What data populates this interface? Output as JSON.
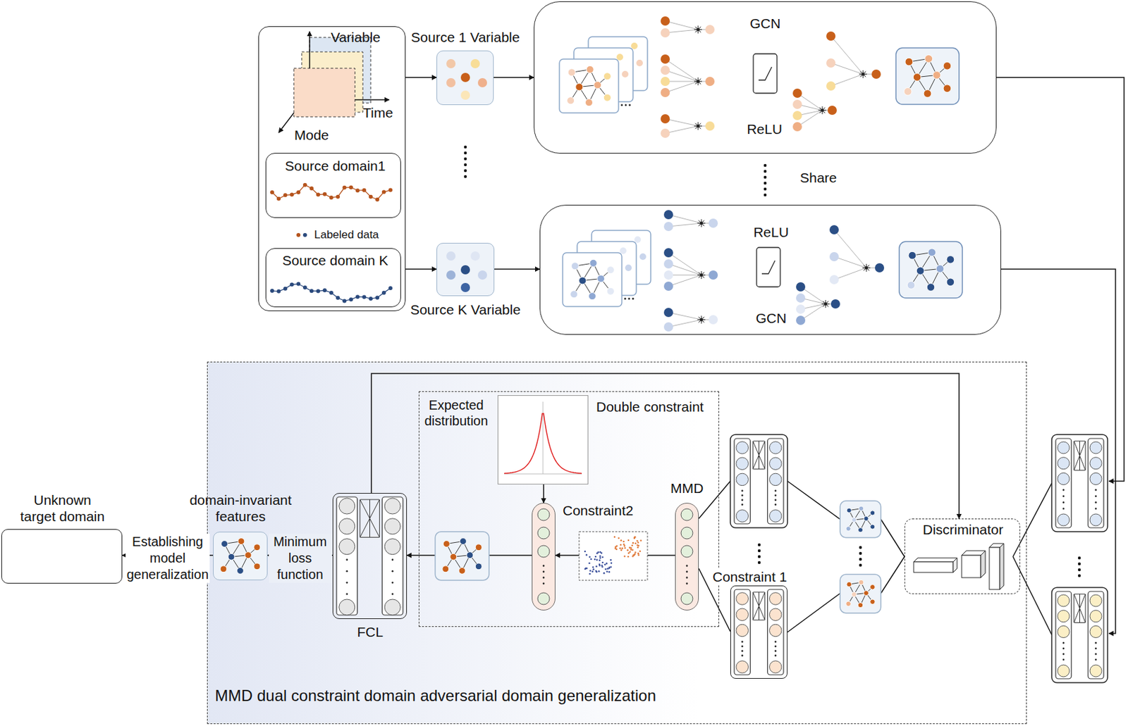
{
  "diagram": {
    "nodes": [
      {
        "text": [
          "Variable",
          "Time",
          "Mode"
        ]
      },
      {
        "text": [
          "Source domain1"
        ],
        "in": 0
      },
      {
        "text": [
          "Source domain K"
        ],
        "in": 0
      },
      {
        "text": [
          "Source 1 Variable"
        ]
      },
      {
        "text": [
          "Source K Variable"
        ]
      },
      {
        "text": [
          "GCN",
          "ReLU"
        ]
      },
      {
        "text": [
          "ReLU",
          "GCN"
        ]
      },
      {
        "text": [
          "MMD dual constraint domain adversarial domain generalization"
        ]
      },
      {
        "text": [
          "Double constraint"
        ],
        "in": 7
      },
      {
        "text": [
          "Expected distribution"
        ],
        "in": 8
      },
      {
        "text": [
          "Constraint2"
        ],
        "in": 8
      },
      {
        "text": [
          "MMD"
        ],
        "in": 8
      },
      {
        "text": [
          "FCL"
        ],
        "in": 7
      },
      {
        "text": [
          "domain-invariant features"
        ],
        "in": 7
      },
      {
        "text": [
          "Unknown target domain"
        ]
      },
      {
        "text": [
          "Constraint 1"
        ],
        "in": 7
      },
      {
        "text": [
          "Discriminator"
        ],
        "in": 7
      }
    ],
    "edges": [
      {
        "from": 0,
        "to": 3,
        "arrow": "to"
      },
      {
        "from": 0,
        "to": 4,
        "arrow": "to"
      },
      {
        "from": 3,
        "to": 5,
        "arrow": "to"
      },
      {
        "from": 4,
        "to": 6,
        "arrow": "to"
      },
      {
        "from": 9,
        "to": 10,
        "arrow": "to"
      },
      {
        "from": 11,
        "to": 10,
        "arrow": "to"
      },
      {
        "from": 10,
        "to": 12,
        "arrow": "to"
      },
      {
        "from": 12,
        "to": 13,
        "label": "Minimum loss function",
        "arrow": "to"
      },
      {
        "from": 13,
        "to": 14,
        "label": "Establishing model generalization",
        "arrow": "to"
      },
      {
        "from": 12,
        "to": 16,
        "arrow": "to"
      },
      {
        "from": 15,
        "to": 11,
        "arrow": "none"
      }
    ],
    "labels": [
      "Share"
    ],
    "legend": [
      {
        "text": "Labeled data"
      }
    ]
  }
}
